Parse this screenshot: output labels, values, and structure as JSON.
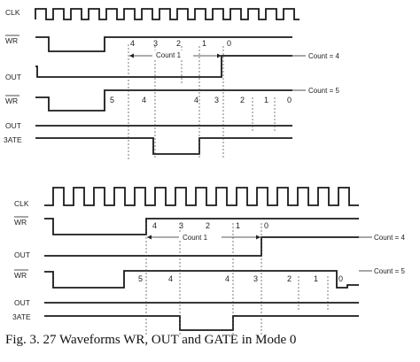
{
  "caption": "Fig. 3. 27 Waveforms WR, OUT and GATE in Mode 0",
  "diagrams": [
    {
      "signals": {
        "clk": "CLK",
        "wr": "WR",
        "out": "OUT",
        "wr2": "WR",
        "out2": "OUT",
        "gate": "3ATE"
      },
      "numbers_row1": [
        "4",
        "3",
        "2",
        "1",
        "0"
      ],
      "count_label": "Count 1",
      "count_right_1": "Count = 4",
      "numbers_row2": [
        "5",
        "4",
        "4",
        "3",
        "2",
        "1",
        "0"
      ],
      "count_right_2": "Count = 5"
    },
    {
      "signals": {
        "clk": "CLK",
        "wr": "WR",
        "out": "OUT",
        "wr2": "WR",
        "out2": "OUT",
        "gate": "3ATE"
      },
      "numbers_row1": [
        "4",
        "3",
        "2",
        "1",
        "0"
      ],
      "count_label": "Count 1",
      "count_right_1": "Count = 4",
      "numbers_row2": [
        "5",
        "4",
        "4",
        "3",
        "2",
        "1",
        "0"
      ],
      "count_right_2": "Count = 5"
    }
  ]
}
